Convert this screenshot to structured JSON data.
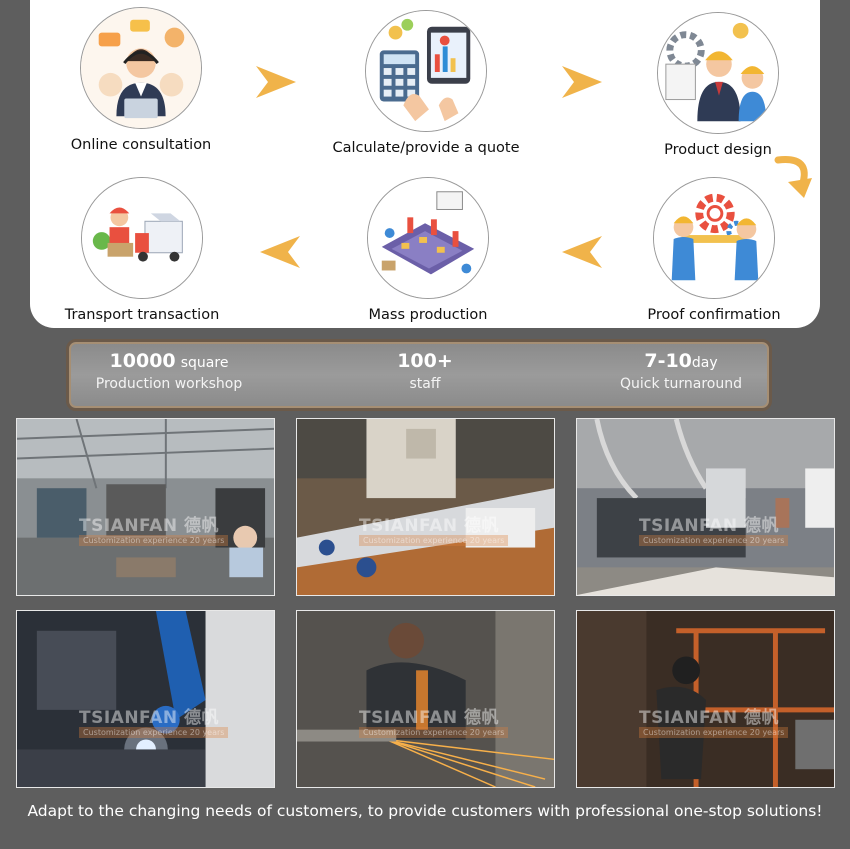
{
  "process": {
    "steps": [
      {
        "label": "Online consultation",
        "icon": "customer-service-icon"
      },
      {
        "label": "Calculate/provide a quote",
        "icon": "calculator-quote-icon"
      },
      {
        "label": "Product design",
        "icon": "engineer-design-icon"
      },
      {
        "label": "Proof confirmation",
        "icon": "proof-gear-icon"
      },
      {
        "label": "Mass production",
        "icon": "factory-line-icon"
      },
      {
        "label": "Transport transaction",
        "icon": "delivery-truck-icon"
      }
    ],
    "arrow_color": "#f0b34a"
  },
  "stats": [
    {
      "value": "10000",
      "unit": "square",
      "caption": "Production workshop"
    },
    {
      "value": "100+",
      "unit": "",
      "caption": "staff"
    },
    {
      "value": "7-10",
      "unit": "day",
      "caption": "Quick turnaround"
    }
  ],
  "photos": {
    "watermark": "TSIANFAN",
    "watermark_mark": "德帆",
    "watermark_sub": "Customization experience 20 years",
    "items": [
      {
        "scene": "workshop-hall"
      },
      {
        "scene": "laser-cutting"
      },
      {
        "scene": "cnc-machine"
      },
      {
        "scene": "robot-welding"
      },
      {
        "scene": "grinding-sparks"
      },
      {
        "scene": "welding-frame"
      }
    ]
  },
  "footer": {
    "text": "Adapt to the changing needs of customers, to provide customers with professional one-stop solutions!"
  }
}
